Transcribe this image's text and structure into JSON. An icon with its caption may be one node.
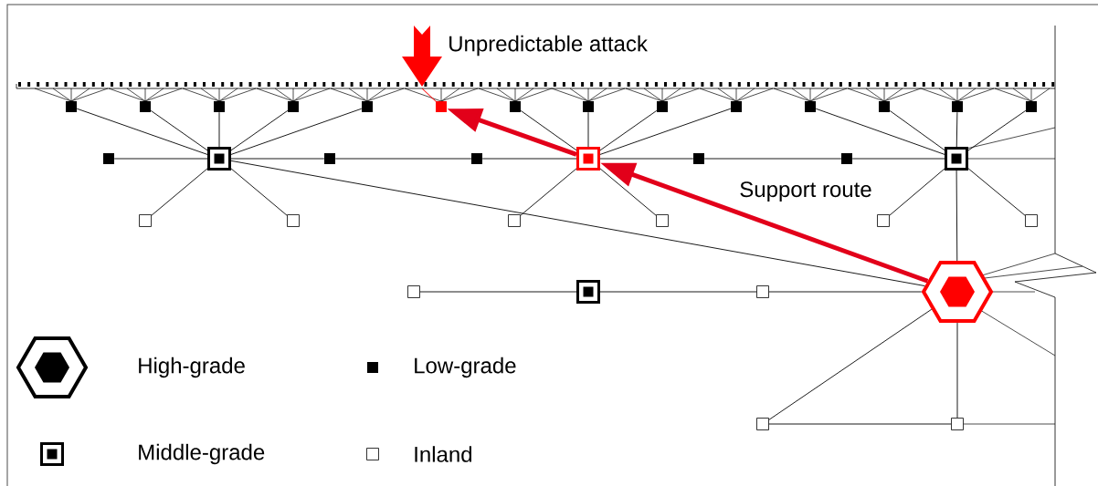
{
  "diagram": {
    "nodes": [
      {
        "text": [],
        "shape": "square"
      },
      {
        "text": [],
        "shape": "square"
      },
      {
        "text": [],
        "shape": "square"
      },
      {
        "text": [],
        "shape": "square"
      },
      {
        "text": [],
        "shape": "square"
      },
      {
        "text": [],
        "shape": "square"
      },
      {
        "text": [],
        "shape": "square"
      },
      {
        "text": [],
        "shape": "square"
      },
      {
        "text": [],
        "shape": "square"
      },
      {
        "text": [],
        "shape": "square"
      },
      {
        "text": [],
        "shape": "square"
      },
      {
        "text": [],
        "shape": "square"
      },
      {
        "text": [],
        "shape": "square"
      },
      {
        "text": [],
        "shape": "square"
      },
      {
        "text": [],
        "shape": "square"
      },
      {
        "text": [],
        "shape": "target"
      },
      {
        "text": [],
        "shape": "square"
      },
      {
        "text": [],
        "shape": "square"
      },
      {
        "text": [],
        "shape": "target"
      },
      {
        "text": [],
        "shape": "square"
      },
      {
        "text": [],
        "shape": "square"
      },
      {
        "text": [],
        "shape": "target"
      },
      {
        "text": [],
        "shape": "box"
      },
      {
        "text": [],
        "shape": "box"
      },
      {
        "text": [],
        "shape": "box"
      },
      {
        "text": [],
        "shape": "box"
      },
      {
        "text": [],
        "shape": "box"
      },
      {
        "text": [],
        "shape": "box"
      },
      {
        "text": [],
        "shape": "box"
      },
      {
        "text": [],
        "shape": "target"
      },
      {
        "text": [],
        "shape": "box"
      },
      {
        "text": [],
        "shape": "hexagon"
      },
      {
        "text": [],
        "shape": "box"
      },
      {
        "text": [],
        "shape": "box"
      }
    ],
    "edges": [
      {
        "from": 0,
        "to": 15,
        "arrow": "none"
      },
      {
        "from": 1,
        "to": 15,
        "arrow": "none"
      },
      {
        "from": 2,
        "to": 15,
        "arrow": "none"
      },
      {
        "from": 3,
        "to": 15,
        "arrow": "none"
      },
      {
        "from": 4,
        "to": 15,
        "arrow": "none"
      },
      {
        "from": 14,
        "to": 15,
        "arrow": "none"
      },
      {
        "from": 15,
        "to": 16,
        "arrow": "none"
      },
      {
        "from": 16,
        "to": 17,
        "arrow": "none"
      },
      {
        "from": 17,
        "to": 18,
        "arrow": "none"
      },
      {
        "from": 18,
        "to": 19,
        "arrow": "none"
      },
      {
        "from": 19,
        "to": 20,
        "arrow": "none"
      },
      {
        "from": 20,
        "to": 21,
        "arrow": "none"
      },
      {
        "from": 15,
        "to": 22,
        "arrow": "none"
      },
      {
        "from": 15,
        "to": 23,
        "arrow": "none"
      },
      {
        "from": 15,
        "to": 31,
        "arrow": "none"
      },
      {
        "from": 6,
        "to": 18,
        "arrow": "none"
      },
      {
        "from": 7,
        "to": 18,
        "arrow": "none"
      },
      {
        "from": 8,
        "to": 18,
        "arrow": "none"
      },
      {
        "from": 9,
        "to": 18,
        "arrow": "none"
      },
      {
        "from": 18,
        "to": 24,
        "arrow": "none"
      },
      {
        "from": 18,
        "to": 25,
        "arrow": "none"
      },
      {
        "from": 18,
        "to": 5,
        "arrow": "to",
        "style": "thick",
        "color": "#e2001a"
      },
      {
        "from": 31,
        "to": 18,
        "arrow": "to",
        "style": "thick",
        "color": "#e2001a",
        "label": "Support route"
      },
      {
        "from": 10,
        "to": 21,
        "arrow": "none"
      },
      {
        "from": 11,
        "to": 21,
        "arrow": "none"
      },
      {
        "from": 12,
        "to": 21,
        "arrow": "none"
      },
      {
        "from": 13,
        "to": 21,
        "arrow": "none"
      },
      {
        "from": 21,
        "to": 26,
        "arrow": "none"
      },
      {
        "from": 21,
        "to": 27,
        "arrow": "none"
      },
      {
        "from": 21,
        "to": 31,
        "arrow": "none"
      },
      {
        "from": 28,
        "to": 29,
        "arrow": "none"
      },
      {
        "from": 29,
        "to": 30,
        "arrow": "none"
      },
      {
        "from": 30,
        "to": 31,
        "arrow": "none"
      },
      {
        "from": 31,
        "to": 32,
        "arrow": "none"
      },
      {
        "from": 31,
        "to": 33,
        "arrow": "none"
      },
      {
        "from": 32,
        "to": 33,
        "arrow": "none"
      }
    ],
    "labels": [
      "Unpredictable attack"
    ],
    "legend": [
      {
        "text": "High-grade"
      },
      {
        "text": "Low-grade"
      },
      {
        "text": "Middle-grade"
      },
      {
        "text": "Inland"
      }
    ]
  }
}
